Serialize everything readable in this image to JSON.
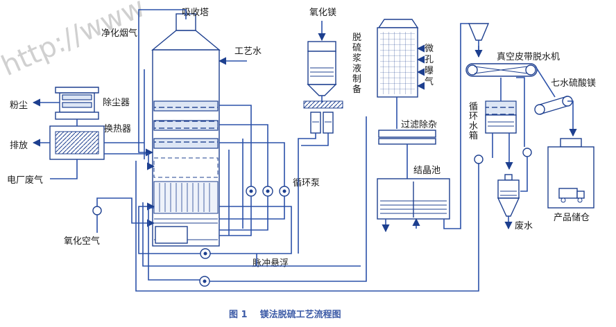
{
  "watermark": "http://www",
  "caption": "图 1    镁法脱硫工艺流程图",
  "labels": {
    "absorber": "吸收塔",
    "clean_gas": "净化烟气",
    "process_water": "工艺水",
    "dust": "粉尘",
    "dust_collector": "除尘器",
    "discharge": "排放",
    "heat_exchanger": "换热器",
    "plant_flue_gas": "电厂废气",
    "oxidation_air": "氧化空气",
    "circulation_pump": "循环泵",
    "pulse_suspension": "脉冲悬浮",
    "mgo": "氧化镁",
    "slurry_prep": "脱硫浆液制备",
    "micro_aeration": "微孔曝气",
    "filter_impurity": "过滤除杂",
    "crystallizer": "结晶池",
    "circ_tank": "循环水箱",
    "vacuum_belt": "真空皮带脱水机",
    "mgso4": "七水硫酸镁",
    "waste_water": "废水",
    "product_storage": "产品储仓"
  },
  "colors": {
    "pipe": "#2a50a8",
    "equipment": "#1d3f8f",
    "caption": "#3b5aa6"
  }
}
